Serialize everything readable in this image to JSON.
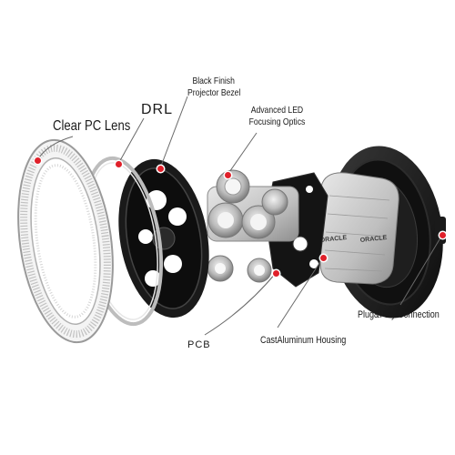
{
  "labels": {
    "clear_pc_lens": "Clear PC Lens",
    "drl": "DRL",
    "bezel_line1": "Black Finish",
    "bezel_line2": "Projector Bezel",
    "optics_line1": "Advanced LED",
    "optics_line2": "Focusing Optics",
    "pcb": "PCB",
    "housing": "CastAluminum Housing",
    "connection": "Plug&Play Connection"
  },
  "brand_mark": "ORACLE",
  "colors": {
    "callout_dot": "#e0202a",
    "leader_line": "#6a6a6a",
    "part_dark": "#151515",
    "part_metal": "#c9c9c9"
  }
}
